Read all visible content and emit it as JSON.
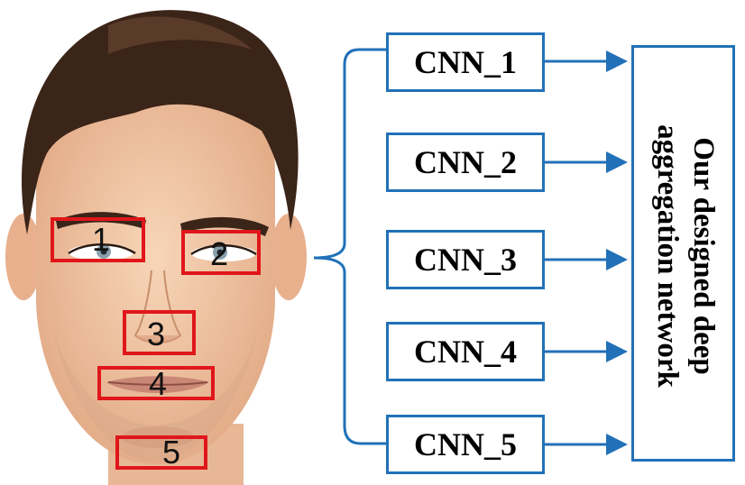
{
  "regions": [
    {
      "label": "1"
    },
    {
      "label": "2"
    },
    {
      "label": "3"
    },
    {
      "label": "4"
    },
    {
      "label": "5"
    }
  ],
  "cnn_boxes": [
    {
      "label": "CNN_1"
    },
    {
      "label": "CNN_2"
    },
    {
      "label": "CNN_3"
    },
    {
      "label": "CNN_4"
    },
    {
      "label": "CNN_5"
    }
  ],
  "aggregation": {
    "line1": "Our designed deep",
    "line2": "aggregation network"
  },
  "colors": {
    "arrow_blue": "#2271b8",
    "region_red": "#e0161b",
    "hair": "#3b2418",
    "skin": "#f1c8a5"
  }
}
